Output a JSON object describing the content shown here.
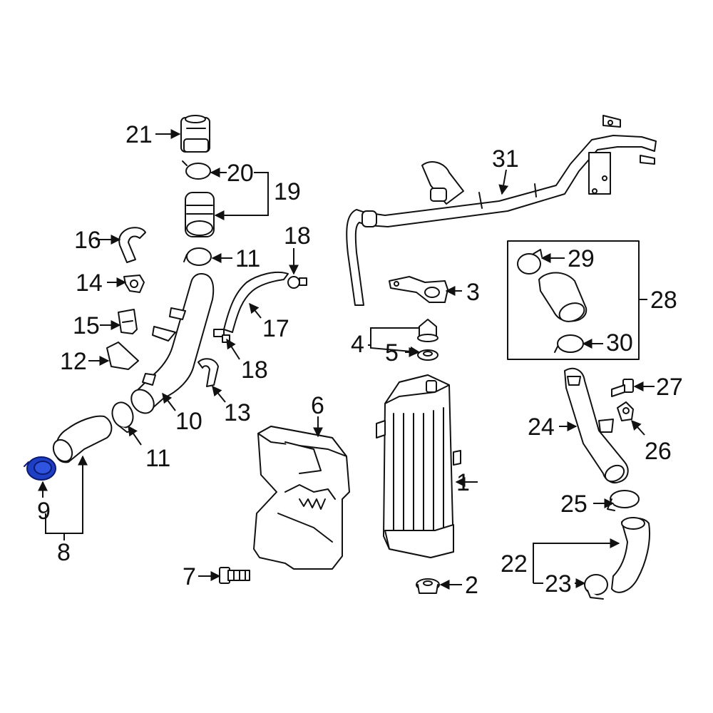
{
  "diagram": {
    "colors": {
      "line": "#111111",
      "highlight": "#1e3fc4"
    },
    "callouts": [
      {
        "id": "c1",
        "text": "1"
      },
      {
        "id": "c2",
        "text": "2"
      },
      {
        "id": "c3",
        "text": "3"
      },
      {
        "id": "c4",
        "text": "4"
      },
      {
        "id": "c5",
        "text": "5"
      },
      {
        "id": "c6",
        "text": "6"
      },
      {
        "id": "c7",
        "text": "7"
      },
      {
        "id": "c8",
        "text": "8"
      },
      {
        "id": "c9",
        "text": "9",
        "highlighted": true
      },
      {
        "id": "c10",
        "text": "10"
      },
      {
        "id": "c11a",
        "text": "11"
      },
      {
        "id": "c11b",
        "text": "11"
      },
      {
        "id": "c12",
        "text": "12"
      },
      {
        "id": "c13",
        "text": "13"
      },
      {
        "id": "c14",
        "text": "14"
      },
      {
        "id": "c15",
        "text": "15"
      },
      {
        "id": "c16",
        "text": "16"
      },
      {
        "id": "c17",
        "text": "17"
      },
      {
        "id": "c18a",
        "text": "18"
      },
      {
        "id": "c18b",
        "text": "18"
      },
      {
        "id": "c19",
        "text": "19"
      },
      {
        "id": "c20",
        "text": "20"
      },
      {
        "id": "c21",
        "text": "21"
      },
      {
        "id": "c22",
        "text": "22"
      },
      {
        "id": "c23",
        "text": "23"
      },
      {
        "id": "c24",
        "text": "24"
      },
      {
        "id": "c25",
        "text": "25"
      },
      {
        "id": "c26",
        "text": "26"
      },
      {
        "id": "c27",
        "text": "27"
      },
      {
        "id": "c28",
        "text": "28"
      },
      {
        "id": "c29",
        "text": "29"
      },
      {
        "id": "c30",
        "text": "30"
      },
      {
        "id": "c31",
        "text": "31"
      }
    ]
  }
}
